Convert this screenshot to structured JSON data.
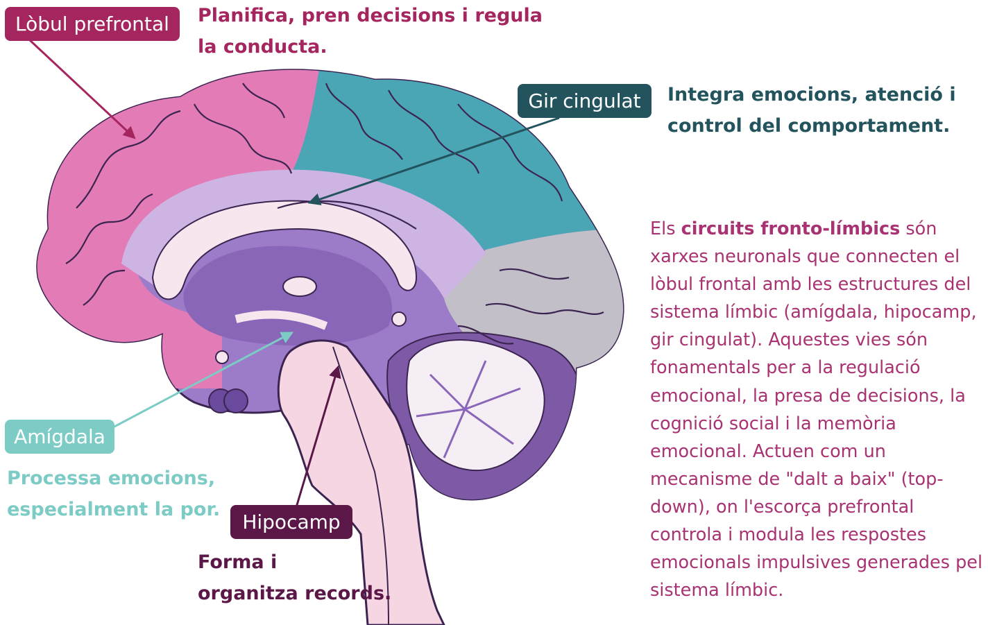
{
  "colors": {
    "prefrontal": "#a5265f",
    "cingulate": "#23545e",
    "amygdala": "#7ccbc5",
    "hippocampus": "#5a1747",
    "paragraph": "#a93272",
    "frontal_lobe": "#e37bb6",
    "parietal_lobe": "#4aa6b5",
    "occipital_lobe": "#c3bfc8",
    "limbic": "#b79bd6",
    "brainstem": "#f6d6e3"
  },
  "labels": {
    "prefrontal": {
      "tag": "Lòbul prefrontal",
      "desc": [
        "Planifica, pren decisions i regula",
        "la conducta."
      ]
    },
    "cingulate": {
      "tag": "Gir cingulat",
      "desc": [
        "Integra emocions, atenció i",
        "control del comportament."
      ]
    },
    "amygdala": {
      "tag": "Amígdala",
      "desc": [
        "Processa emocions,",
        "especialment la por."
      ]
    },
    "hippocampus": {
      "tag": "Hipocamp",
      "desc": [
        "Forma i",
        "organitza records."
      ]
    }
  },
  "paragraph": {
    "before": "Els ",
    "bold": "circuits fronto-límbics",
    "after": " són xarxes neuronals que connecten el lòbul frontal amb les estructures del sistema límbic (amígdala, hipocamp, gir cingulat). Aquestes vies són fonamentals per a la regulació emocional, la presa de decisions, la cognició social i la memòria emocional. Actuen com un mecanisme de \"dalt a baix\" (top-down), on l'escorça prefrontal controla i modula les respostes emocionals impulsives generades pel sistema límbic."
  }
}
